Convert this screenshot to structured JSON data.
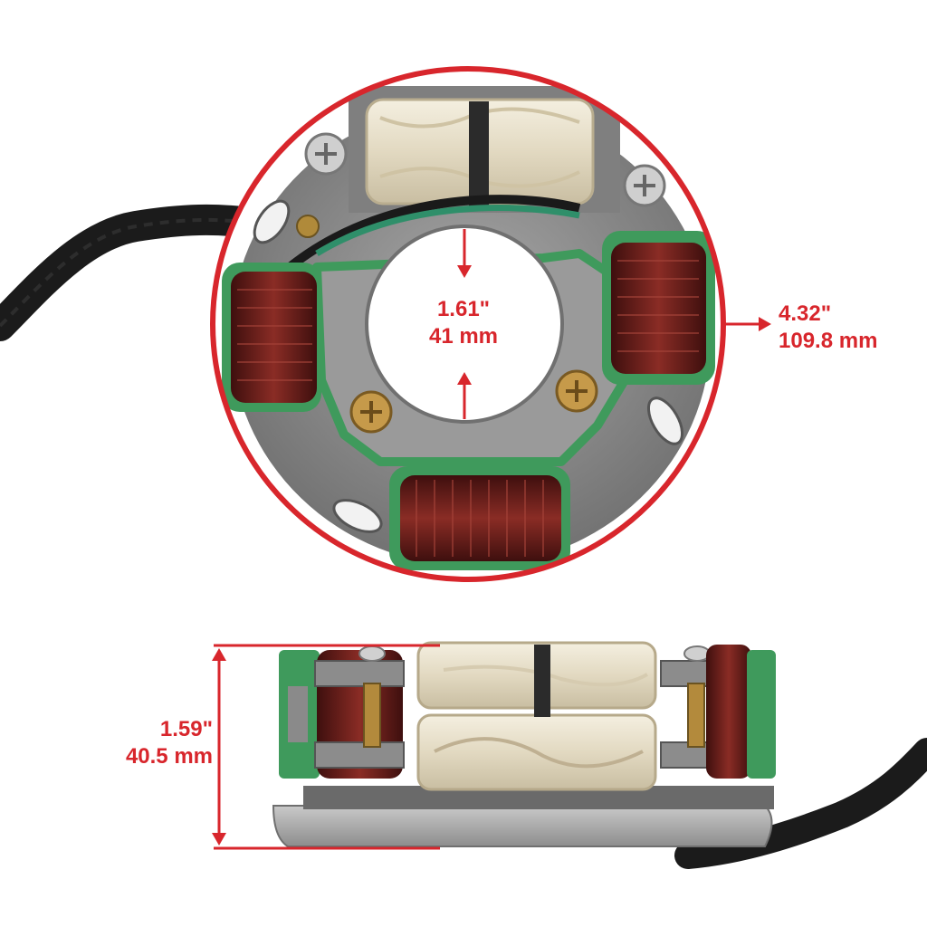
{
  "image": {
    "subject": "stator",
    "views": [
      "top-view",
      "side-view"
    ]
  },
  "dimensions": {
    "inner_diameter": {
      "imperial": "1.61\"",
      "metric": "41 mm"
    },
    "outer_diameter": {
      "imperial": "4.32\"",
      "metric": "109.8 mm"
    },
    "height": {
      "imperial": "1.59\"",
      "metric": "40.5 mm"
    }
  },
  "colors": {
    "accent": "#d8262c",
    "background": "#ffffff",
    "copper": "#6b1f1c",
    "green_coating": "#3f9a5c",
    "metal": "#8c8c8c",
    "cloth_wrap": "#ece6d4"
  }
}
